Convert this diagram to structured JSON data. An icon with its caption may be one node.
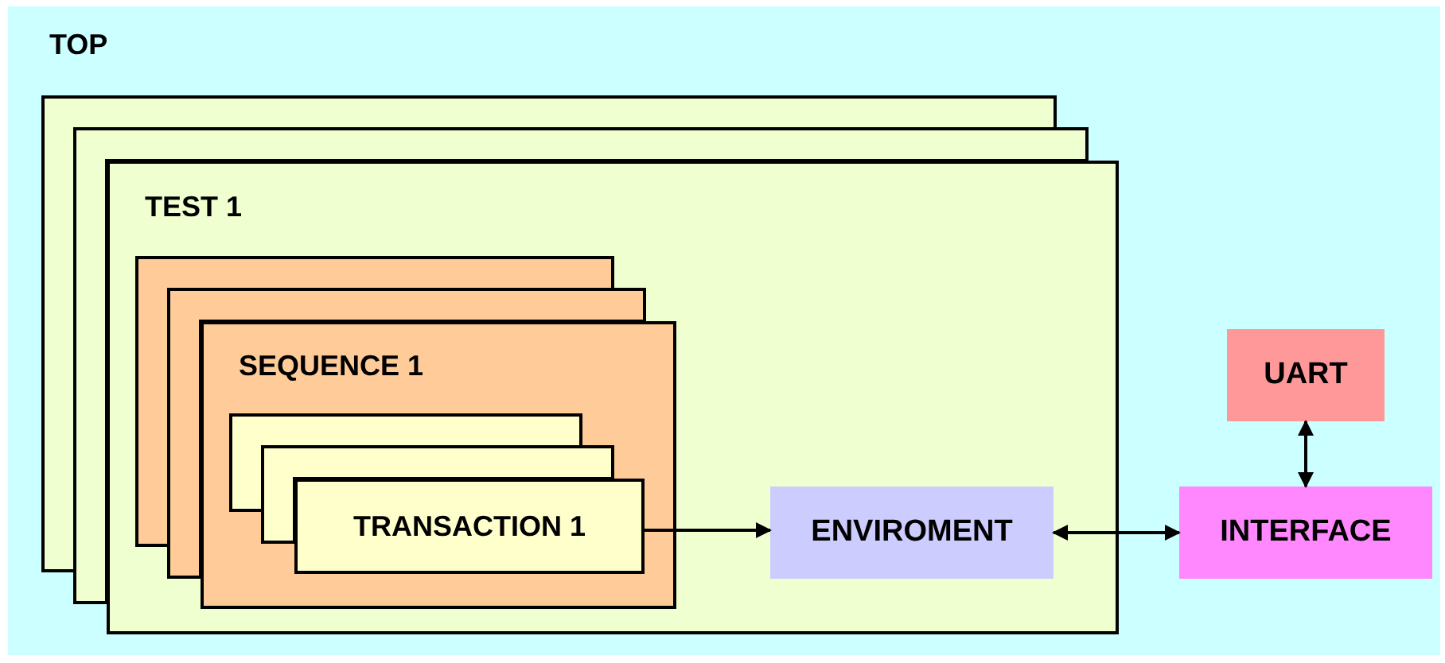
{
  "diagram": {
    "nodes": [
      {
        "text": [
          "TOP"
        ]
      },
      {
        "text": [
          "TEST 1"
        ],
        "in": 0
      },
      {
        "text": [
          "SEQUENCE 1"
        ],
        "in": 1
      },
      {
        "text": [
          "TRANSACTION 1"
        ],
        "in": 2
      },
      {
        "text": [
          "ENVIROMENT"
        ],
        "in": 1
      },
      {
        "text": [
          "UART"
        ],
        "in": 0
      },
      {
        "text": [
          "INTERFACE"
        ],
        "in": 0
      }
    ],
    "edges": [
      {
        "from": 3,
        "to": 4,
        "arrow": "to"
      },
      {
        "from": 4,
        "to": 6,
        "arrow": "both"
      },
      {
        "from": 5,
        "to": 6,
        "arrow": "both"
      }
    ]
  }
}
